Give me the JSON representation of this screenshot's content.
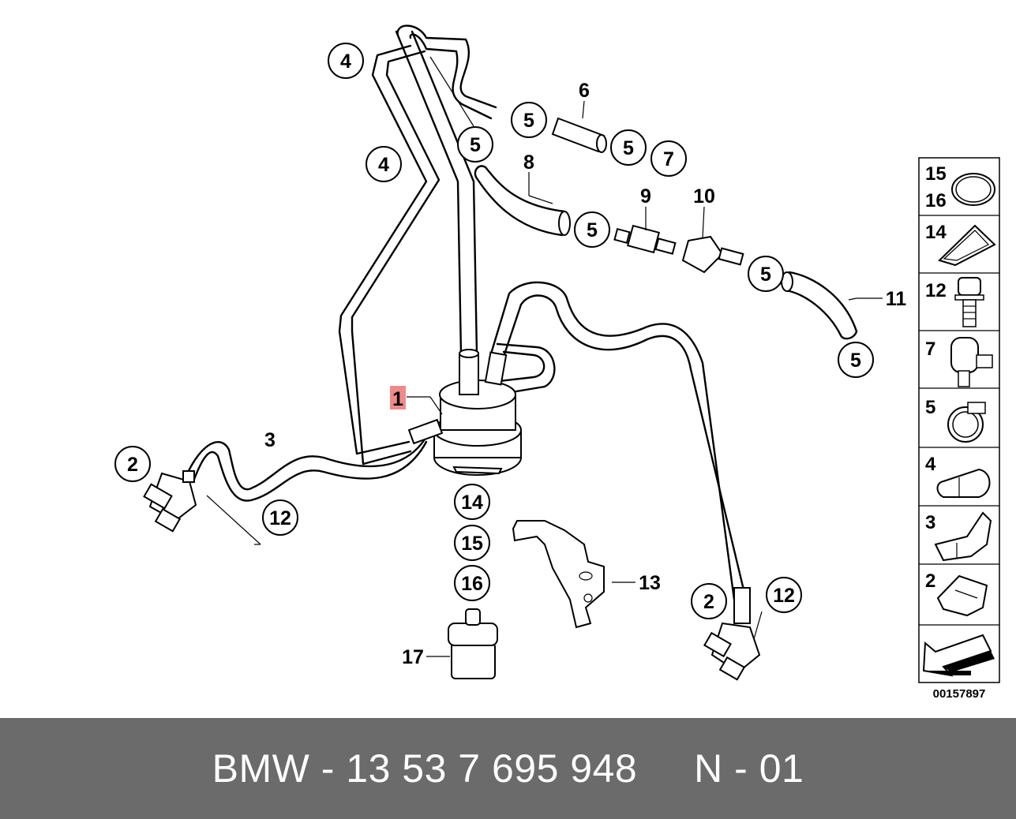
{
  "callouts": {
    "c1": "1",
    "c2a": "2",
    "c2b": "2",
    "c3": "3",
    "c4a": "4",
    "c4b": "4",
    "c5a": "5",
    "c5b": "5",
    "c5c": "5",
    "c5d": "5",
    "c5e": "5",
    "c5f": "5",
    "c6": "6",
    "c7": "7",
    "c8": "8",
    "c9": "9",
    "c10": "10",
    "c11": "11",
    "c12a": "12",
    "c12b": "12",
    "c13": "13",
    "c14": "14",
    "c15": "15",
    "c16": "16",
    "c17": "17"
  },
  "side_panel": {
    "items": [
      {
        "labels": [
          "15",
          "16"
        ]
      },
      {
        "labels": [
          "14"
        ]
      },
      {
        "labels": [
          "12"
        ]
      },
      {
        "labels": [
          "7"
        ]
      },
      {
        "labels": [
          "5"
        ]
      },
      {
        "labels": [
          "4"
        ]
      },
      {
        "labels": [
          "3"
        ]
      },
      {
        "labels": [
          "2"
        ]
      }
    ],
    "diagram_code": "00157897"
  },
  "highlight_color": "#f08a8a",
  "footer": {
    "text": "BMW - 13 53 7 695 948     N - 01",
    "background": "#6b6b6b"
  }
}
